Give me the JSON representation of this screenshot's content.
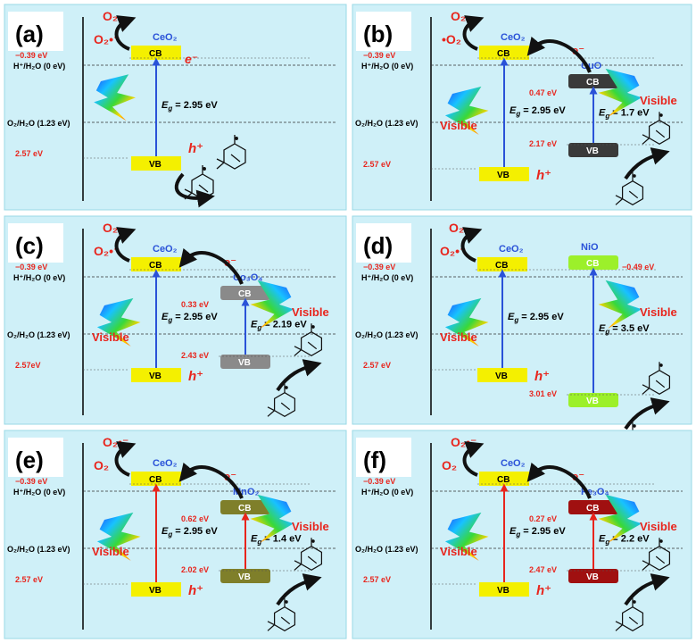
{
  "colors": {
    "panel_bg": "#cff0f8",
    "label_box": "#ffffff",
    "band_yellow": "#f4f000",
    "energy_red": "#e8251d",
    "electron_red": "#e8251d",
    "line_blue": "#2a52d8",
    "line_red": "#e8251d",
    "cuo": "#3a3a3a",
    "co3o4": "#8a8a8a",
    "nio": "#9cf02a",
    "mno2": "#7f7f2a",
    "fe3o4": "#a01010",
    "cation_blue": "#2a52d8"
  },
  "icons": [
    "lightning-icon",
    "curved-arrow-icon",
    "pinene-molecule-icon"
  ],
  "panels": [
    {
      "letter": "(a)",
      "potentials": {
        "h": "H⁺/H₂O (0 eV)",
        "o": "O₂/H₂O (1.23 eV)"
      },
      "ceo2": {
        "name": "CeO₂",
        "cb_label": "CB",
        "vb_label": "VB",
        "cb_energy": "−0.39 eV",
        "vb_energy": "2.57 eV",
        "eg_prefix": "E",
        "eg_sub": "g",
        "eg_value": " = 2.95 eV"
      },
      "o2_top": "O₂",
      "o2_radical": "O₂•⁻",
      "electron": "e⁻",
      "hole": "h⁺",
      "partner": null
    },
    {
      "letter": "(b)",
      "potentials": {
        "h": "H⁺/H₂O (0 eV)",
        "o": "O₂/H₂O (1.23 eV)"
      },
      "ceo2": {
        "name": "CeO₂",
        "cb_label": "CB",
        "vb_label": "VB",
        "cb_energy": "−0.39 eV",
        "vb_energy": "2.57 eV",
        "eg_prefix": "E",
        "eg_sub": "g",
        "eg_value": " = 2.95 eV"
      },
      "o2_top": "O₂",
      "o2_radical": "•O₂",
      "electron": "e⁻",
      "hole": "h⁺",
      "visible_left": "Visible",
      "visible_right": "Visible",
      "partner": {
        "name": "CuO",
        "cb_label": "CB",
        "vb_label": "VB",
        "cb_energy": "0.47 eV",
        "vb_energy": "2.17 eV",
        "eg_prefix": "E",
        "eg_sub": "g",
        "eg_value": " = 1.7 eV"
      }
    },
    {
      "letter": "(c)",
      "potentials": {
        "h": "H⁺/H₂O  (0 eV)",
        "o": "O₂/H₂O (1.23 eV)"
      },
      "ceo2": {
        "name": "CeO₂",
        "cb_label": "CB",
        "vb_label": "VB",
        "cb_energy": "−0.39 eV",
        "vb_energy": "2.57eV",
        "eg_prefix": "E",
        "eg_sub": "g",
        "eg_value": " = 2.95 eV"
      },
      "o2_top": "O₂",
      "o2_radical": "O₂•⁻",
      "electron": "e⁻",
      "hole": "h⁺",
      "visible_left": "Visible",
      "visible_right": "Visible",
      "partner": {
        "name": "Co₃O₄",
        "cb_label": "CB",
        "vb_label": "VB",
        "cb_energy": "0.33 eV",
        "vb_energy": "2.43 eV",
        "eg_prefix": "E",
        "eg_sub": "g",
        "eg_value": " = 2.19 eV"
      }
    },
    {
      "letter": "(d)",
      "potentials": {
        "h": "H⁺/H₂O  (0 eV)",
        "o": "O₂/H₂O (1.23 eV)"
      },
      "ceo2": {
        "name": "CeO₂",
        "cb_label": "CB",
        "vb_label": "VB",
        "cb_energy": "−0.39 eV",
        "vb_energy": "2.57 eV",
        "eg_prefix": "E",
        "eg_sub": "g",
        "eg_value": " = 2.95 eV"
      },
      "o2_top": "O₂",
      "o2_radical": "O₂•⁻",
      "electron": "",
      "hole": "h⁺",
      "visible_left": "Visible",
      "visible_right": "Visible",
      "partner": {
        "name": "NiO",
        "cb_label": "CB",
        "vb_label": "VB",
        "cb_energy": "−0.49 eV",
        "vb_energy": "3.01 eV",
        "eg_prefix": "E",
        "eg_sub": "g",
        "eg_value": " = 3.5 eV"
      }
    },
    {
      "letter": "(e)",
      "potentials": {
        "h": "H⁺/H₂O (0 eV)",
        "o": "O₂/H₂O (1.23 eV)"
      },
      "ceo2": {
        "name": "CeO₂",
        "cb_label": "CB",
        "vb_label": "VB",
        "cb_energy": "−0.39 eV",
        "vb_energy": "2.57 eV",
        "eg_prefix": "E",
        "eg_sub": "g",
        "eg_value": " = 2.95 eV"
      },
      "o2_top": "O₂•⁻",
      "o2_radical": "O₂",
      "electron": "e⁻",
      "hole": "h⁺",
      "visible_left": "Visible",
      "visible_right": "Visible",
      "partner": {
        "name": "MnO₂",
        "cb_label": "CB",
        "vb_label": "VB",
        "cb_energy": "0.62 eV",
        "vb_energy": "2.02 eV",
        "eg_prefix": "E",
        "eg_sub": "g",
        "eg_value": " = 1.4 eV"
      }
    },
    {
      "letter": "(f)",
      "potentials": {
        "h": "H⁺/H₂O (0 eV)",
        "o": "O₂/H₂O (1.23 eV)"
      },
      "ceo2": {
        "name": "CeO₂",
        "cb_label": "CB",
        "vb_label": "VB",
        "cb_energy": "−0.39 eV",
        "vb_energy": "2.57 eV",
        "eg_prefix": "E",
        "eg_sub": "g",
        "eg_value": " = 2.95 eV"
      },
      "o2_top": "O₂•⁻",
      "o2_radical": "O₂",
      "electron": "e⁻",
      "hole": "h⁺",
      "visible_left": "Visible",
      "visible_right": "Visible",
      "partner": {
        "name": "Fe₃O₄",
        "cb_label": "CB",
        "vb_label": "VB",
        "cb_energy": "0.27 eV",
        "vb_energy": "2.47 eV",
        "eg_prefix": "E",
        "eg_sub": "g",
        "eg_value": " = 2.2 eV"
      }
    }
  ]
}
